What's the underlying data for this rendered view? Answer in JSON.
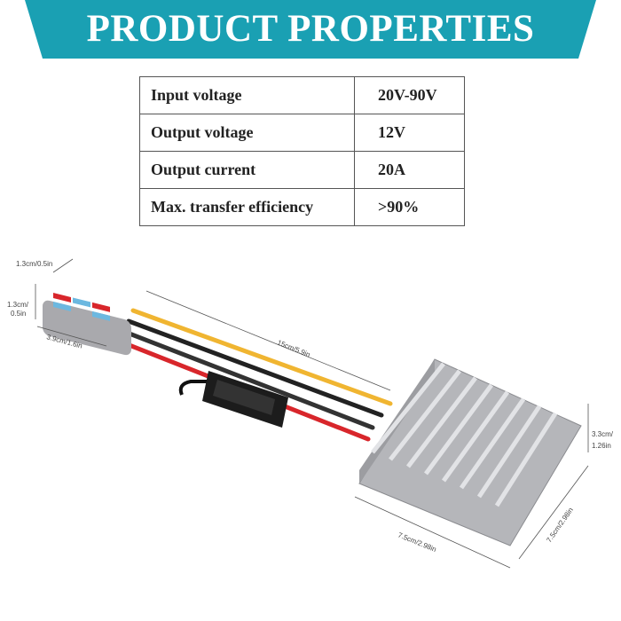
{
  "banner": {
    "title": "PRODUCT PROPERTIES",
    "color": "#1aa0b3"
  },
  "properties": [
    {
      "label": "Input voltage",
      "value": "20V-90V"
    },
    {
      "label": "Output voltage",
      "value": "12V"
    },
    {
      "label": "Output current",
      "value": "20A"
    },
    {
      "label": "Max. transfer efficiency",
      "value": ">90%"
    }
  ],
  "dimensions": {
    "connector_width": "1.3cm/0.5in",
    "connector_height_1": "1.3cm/",
    "connector_height_2": "0.5in",
    "connector_length": "3.9cm/1.6in",
    "cable_length": "15cm/5.9in",
    "module_height_1": "3.3cm/",
    "module_height_2": "1.26in",
    "module_length": "7.5cm/2.98in",
    "module_width": "7.5cm/2.98in"
  }
}
